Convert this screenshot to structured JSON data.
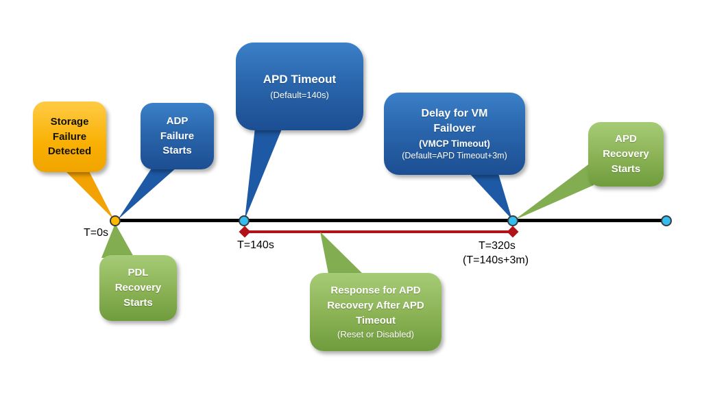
{
  "diagram": {
    "callouts": {
      "storage_failure": {
        "title": "Storage Failure Detected"
      },
      "adp_failure": {
        "title": "ADP Failure Starts"
      },
      "apd_timeout": {
        "title": "APD Timeout",
        "subtitle": "(Default=140s)"
      },
      "vm_failover": {
        "title": "Delay for VM Failover",
        "subtitle_bold": "(VMCP Timeout)",
        "subtitle": "(Default=APD Timeout+3m)"
      },
      "apd_recovery": {
        "title": "APD Recovery Starts"
      },
      "pdl_recovery": {
        "title": "PDL Recovery Starts"
      },
      "apd_response": {
        "title": "Response for APD Recovery After APD Timeout",
        "subtitle": "(Reset or Disabled)"
      }
    },
    "timeline": {
      "t0": "T=0s",
      "t140": "T=140s",
      "t320": "T=320s",
      "t320_note": "(T=140s+3m)"
    },
    "colors": {
      "blue_bubble_top": "#3B80C8",
      "blue_bubble_bottom": "#1C4E92",
      "orange_bubble_top": "#FFCB45",
      "orange_bubble_bottom": "#F0A400",
      "green_bubble_top": "#A6CB77",
      "green_bubble_bottom": "#6F9C3D",
      "range_red": "#B11117",
      "timeline_black": "#000000",
      "dot_cyan": "#35BDEF",
      "dot_orange": "#FFB900"
    }
  }
}
